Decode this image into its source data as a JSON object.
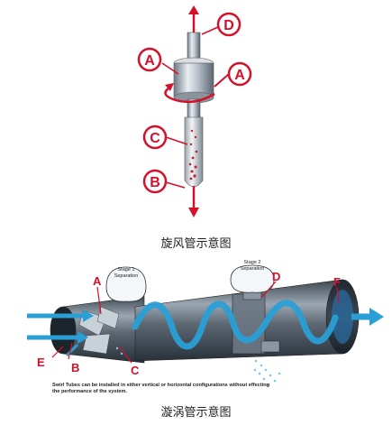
{
  "figure1": {
    "caption": "旋风管示意图",
    "labels": {
      "a_left": "A",
      "a_right": "A",
      "b": "B",
      "c": "C",
      "d": "D"
    }
  },
  "figure2": {
    "caption": "漩涡管示意图",
    "labels": {
      "a": "A",
      "b": "B",
      "c": "C",
      "d": "D",
      "e": "E",
      "f": "F"
    },
    "stage1_line1": "Stage 1",
    "stage1_line2": "Separation",
    "stage2_line1": "Stage 2",
    "stage2_line2": "Separation",
    "note_line1": "Swirl Tubes can be installed in either vertical or horizontal configurations without effecting",
    "note_line2": "the performance of the system."
  },
  "colors": {
    "label_red": "#d4102a",
    "flow_blue": "#2a9fd6",
    "tube_gray": "#7a8794"
  }
}
